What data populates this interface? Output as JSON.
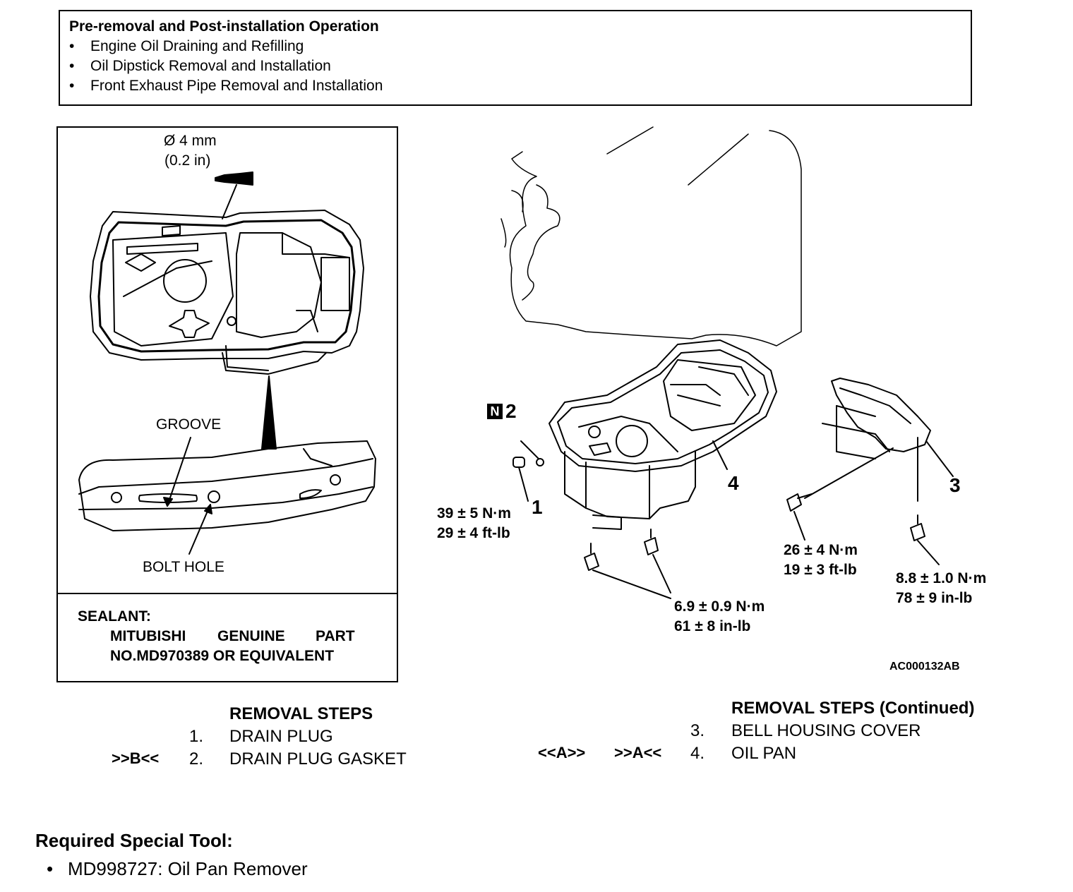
{
  "pre_operation": {
    "title": "Pre-removal and Post-installation Operation",
    "items": [
      "Engine Oil Draining and Refilling",
      "Oil Dipstick Removal and Installation",
      "Front Exhaust Pipe Removal and Installation"
    ]
  },
  "detail": {
    "bead_size": "Ø 4 mm",
    "bead_size_in": "(0.2 in)",
    "groove_label": "GROOVE",
    "bolt_hole_label": "BOLT HOLE"
  },
  "sealant": {
    "title": "SEALANT:",
    "line1_words": [
      "MITUBISHI",
      "GENUINE",
      "PART"
    ],
    "line2": "NO.MD970389 OR EQUIVALENT"
  },
  "callouts": {
    "part1": "1",
    "part2": "2",
    "part2_badge": "N",
    "part3": "3",
    "part4": "4",
    "torque_drain": [
      "39 ± 5 N·m",
      "29 ± 4 ft-lb"
    ],
    "torque_pan": [
      "6.9 ± 0.9 N·m",
      "61 ± 8 in-lb"
    ],
    "torque_cover_a": [
      "26 ± 4 N·m",
      "19 ± 3 ft-lb"
    ],
    "torque_cover_b": [
      "8.8 ± 1.0 N·m",
      "78 ± 9 in-lb"
    ],
    "figure_code": "AC000132AB"
  },
  "removal_steps": {
    "title": "REMOVAL STEPS",
    "steps": [
      {
        "mark": "",
        "num": "1.",
        "label": "DRAIN PLUG"
      },
      {
        "mark": ">>B<<",
        "num": "2.",
        "label": "DRAIN PLUG GASKET"
      }
    ]
  },
  "removal_steps_cont": {
    "title": "REMOVAL STEPS (Continued)",
    "steps": [
      {
        "mark1": "",
        "mark2": "",
        "num": "3.",
        "label": "BELL HOUSING COVER"
      },
      {
        "mark1": "<<A>>",
        "mark2": ">>A<<",
        "num": "4.",
        "label": "OIL PAN"
      }
    ]
  },
  "special_tool": {
    "title": "Required Special Tool:",
    "items": [
      "MD998727: Oil Pan Remover"
    ]
  }
}
